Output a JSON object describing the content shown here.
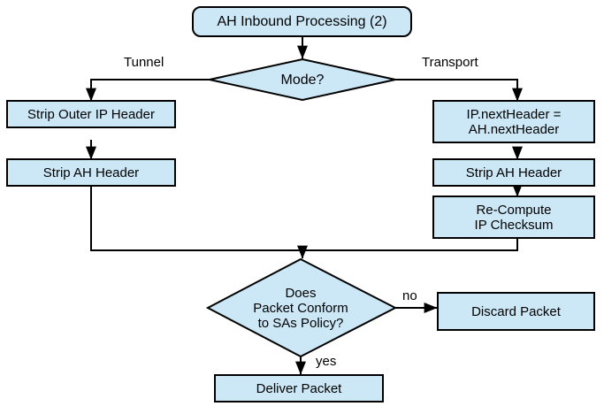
{
  "diagram": {
    "title": "AH Inbound Processing (2)",
    "colors": {
      "node_fill": "#cce8f7",
      "node_stroke": "#000000",
      "edge_stroke": "#000000",
      "text": "#000000",
      "background": "#ffffff"
    },
    "nodes": {
      "start": {
        "label": "AH Inbound Processing (2)",
        "shape": "rounded-rectangle"
      },
      "mode_decision": {
        "label": "Mode?",
        "shape": "diamond"
      },
      "strip_outer_ip_header": {
        "label": "Strip Outer IP Header",
        "shape": "rectangle"
      },
      "strip_ah_header_tunnel": {
        "label": "Strip AH Header",
        "shape": "rectangle"
      },
      "ip_next_header": {
        "label": "IP.nextHeader =\nAH.nextHeader",
        "shape": "rectangle"
      },
      "strip_ah_header_transport": {
        "label": "Strip AH Header",
        "shape": "rectangle"
      },
      "recompute_checksum": {
        "label": "Re-Compute\nIP Checksum",
        "shape": "rectangle"
      },
      "policy_decision": {
        "label": "Does\nPacket Conform\nto SAs Policy?",
        "shape": "diamond"
      },
      "discard_packet": {
        "label": "Discard Packet",
        "shape": "rectangle"
      },
      "deliver_packet": {
        "label": "Deliver Packet",
        "shape": "rectangle"
      }
    },
    "edge_labels": {
      "tunnel": "Tunnel",
      "transport": "Transport",
      "no": "no",
      "yes": "yes"
    }
  }
}
